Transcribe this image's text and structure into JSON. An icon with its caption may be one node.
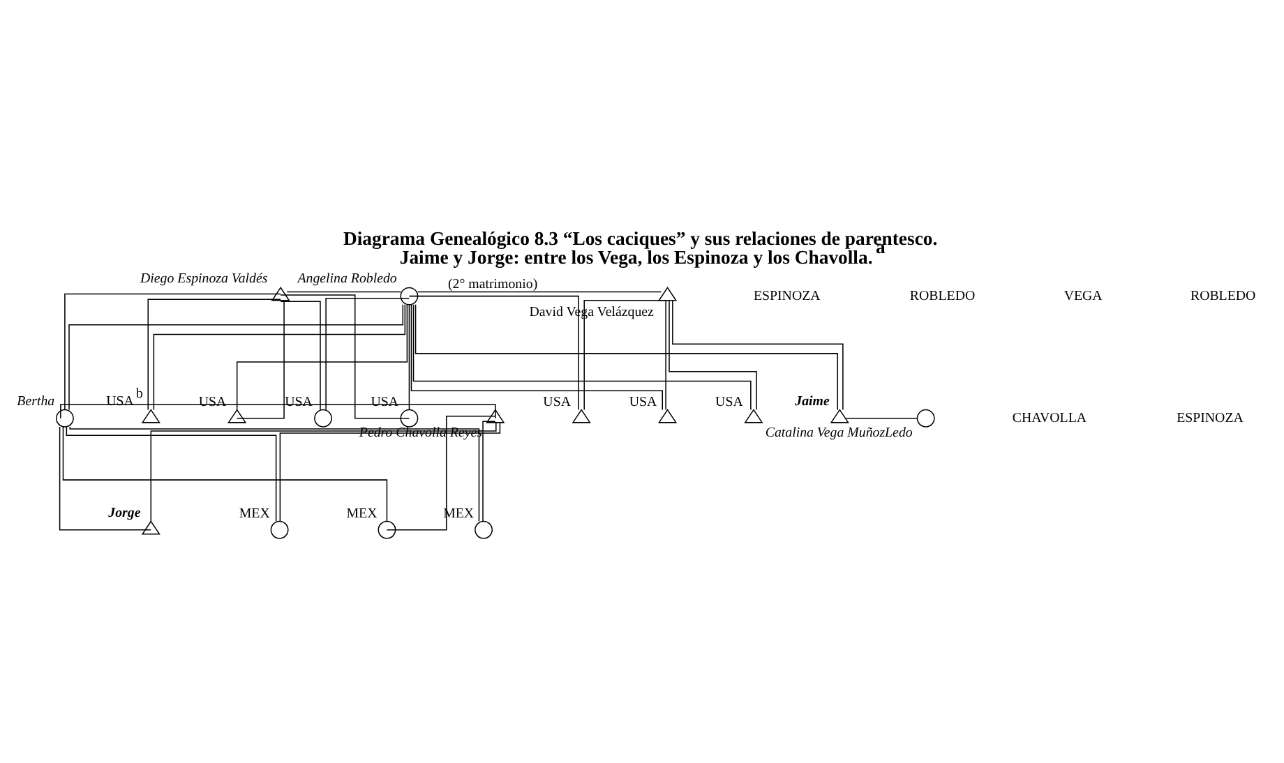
{
  "diagram": {
    "title": "Diagrama Genealógico 8.3 “Los caciques” y sus relaciones de parentesco. Jaime y Jorge: entre los Vega, los Espinoza y los Chavolla.$^{a}$",
    "nodes": [
      {
        "text": [],
        "shape": "triangle",
        "beside": [
          "Diego Espinoza Valdés"
        ]
      },
      {
        "text": [],
        "shape": "circle",
        "beside": [
          "Angelina Robledo"
        ]
      },
      {
        "text": [],
        "shape": "triangle",
        "beside": [
          "David Vega Velázquez"
        ]
      },
      {
        "text": [],
        "shape": "triangle",
        "beside": [
          "USA$^{b}$"
        ]
      },
      {
        "text": [],
        "shape": "triangle",
        "beside": [
          "USA"
        ]
      },
      {
        "text": [],
        "shape": "circle",
        "beside": [
          "USA"
        ]
      },
      {
        "text": [],
        "shape": "circle",
        "beside": [
          "USA"
        ]
      },
      {
        "text": [],
        "shape": "circle",
        "beside": [
          "Bertha"
        ]
      },
      {
        "text": [],
        "shape": "triangle",
        "beside": [
          "Pedro Chavolla Reyes"
        ]
      },
      {
        "text": [],
        "shape": "triangle",
        "beside": [
          "USA"
        ]
      },
      {
        "text": [],
        "shape": "triangle",
        "beside": [
          "USA"
        ]
      },
      {
        "text": [],
        "shape": "triangle",
        "beside": [
          "Jaime"
        ]
      },
      {
        "text": [],
        "shape": "circle",
        "beside": [
          "Catalina Vega MuñozLedo"
        ]
      },
      {
        "text": [],
        "shape": "triangle",
        "beside": [
          "USA"
        ]
      },
      {
        "text": [],
        "shape": "circle",
        "beside": [
          "MEX"
        ]
      },
      {
        "text": [],
        "shape": "circle",
        "beside": [
          "MEX"
        ]
      },
      {
        "text": [],
        "shape": "triangle",
        "beside": [
          "Jorge"
        ]
      },
      {
        "text": [],
        "shape": "circle",
        "beside": [
          "MEX"
        ]
      }
    ],
    "edges": [
      {
        "from": 0,
        "to": 1,
        "arrow": "none"
      },
      {
        "from": 1,
        "to": 2,
        "arrow": "none",
        "label": "(2° matrimonio)"
      },
      {
        "from": 0,
        "to": 3,
        "arrow": "none"
      },
      {
        "from": 1,
        "to": 3,
        "arrow": "none"
      },
      {
        "from": 0,
        "to": 4,
        "arrow": "none"
      },
      {
        "from": 1,
        "to": 4,
        "arrow": "none"
      },
      {
        "from": 0,
        "to": 5,
        "arrow": "none"
      },
      {
        "from": 1,
        "to": 5,
        "arrow": "none"
      },
      {
        "from": 0,
        "to": 6,
        "arrow": "none"
      },
      {
        "from": 1,
        "to": 6,
        "arrow": "none"
      },
      {
        "from": 0,
        "to": 7,
        "arrow": "none"
      },
      {
        "from": 1,
        "to": 7,
        "arrow": "none"
      },
      {
        "from": 1,
        "to": 9,
        "arrow": "none"
      },
      {
        "from": 2,
        "to": 9,
        "arrow": "none"
      },
      {
        "from": 1,
        "to": 10,
        "arrow": "none"
      },
      {
        "from": 2,
        "to": 10,
        "arrow": "none"
      },
      {
        "from": 1,
        "to": 11,
        "arrow": "none"
      },
      {
        "from": 2,
        "to": 11,
        "arrow": "none"
      },
      {
        "from": 1,
        "to": 13,
        "arrow": "none"
      },
      {
        "from": 2,
        "to": 13,
        "arrow": "none"
      },
      {
        "from": 7,
        "to": 8,
        "arrow": "none"
      },
      {
        "from": 11,
        "to": 12,
        "arrow": "none"
      },
      {
        "from": 7,
        "to": 14,
        "arrow": "none"
      },
      {
        "from": 8,
        "to": 14,
        "arrow": "none"
      },
      {
        "from": 7,
        "to": 15,
        "arrow": "none"
      },
      {
        "from": 8,
        "to": 15,
        "arrow": "none"
      },
      {
        "from": 7,
        "to": 16,
        "arrow": "none"
      },
      {
        "from": 8,
        "to": 16,
        "arrow": "none"
      },
      {
        "from": 7,
        "to": 17,
        "arrow": "none"
      },
      {
        "from": 8,
        "to": 17,
        "arrow": "none"
      }
    ],
    "labels": [
      "ESPINOZA",
      "ROBLEDO",
      "VEGA",
      "ROBLEDO",
      "CHAVOLLA",
      "ESPINOZA"
    ]
  }
}
